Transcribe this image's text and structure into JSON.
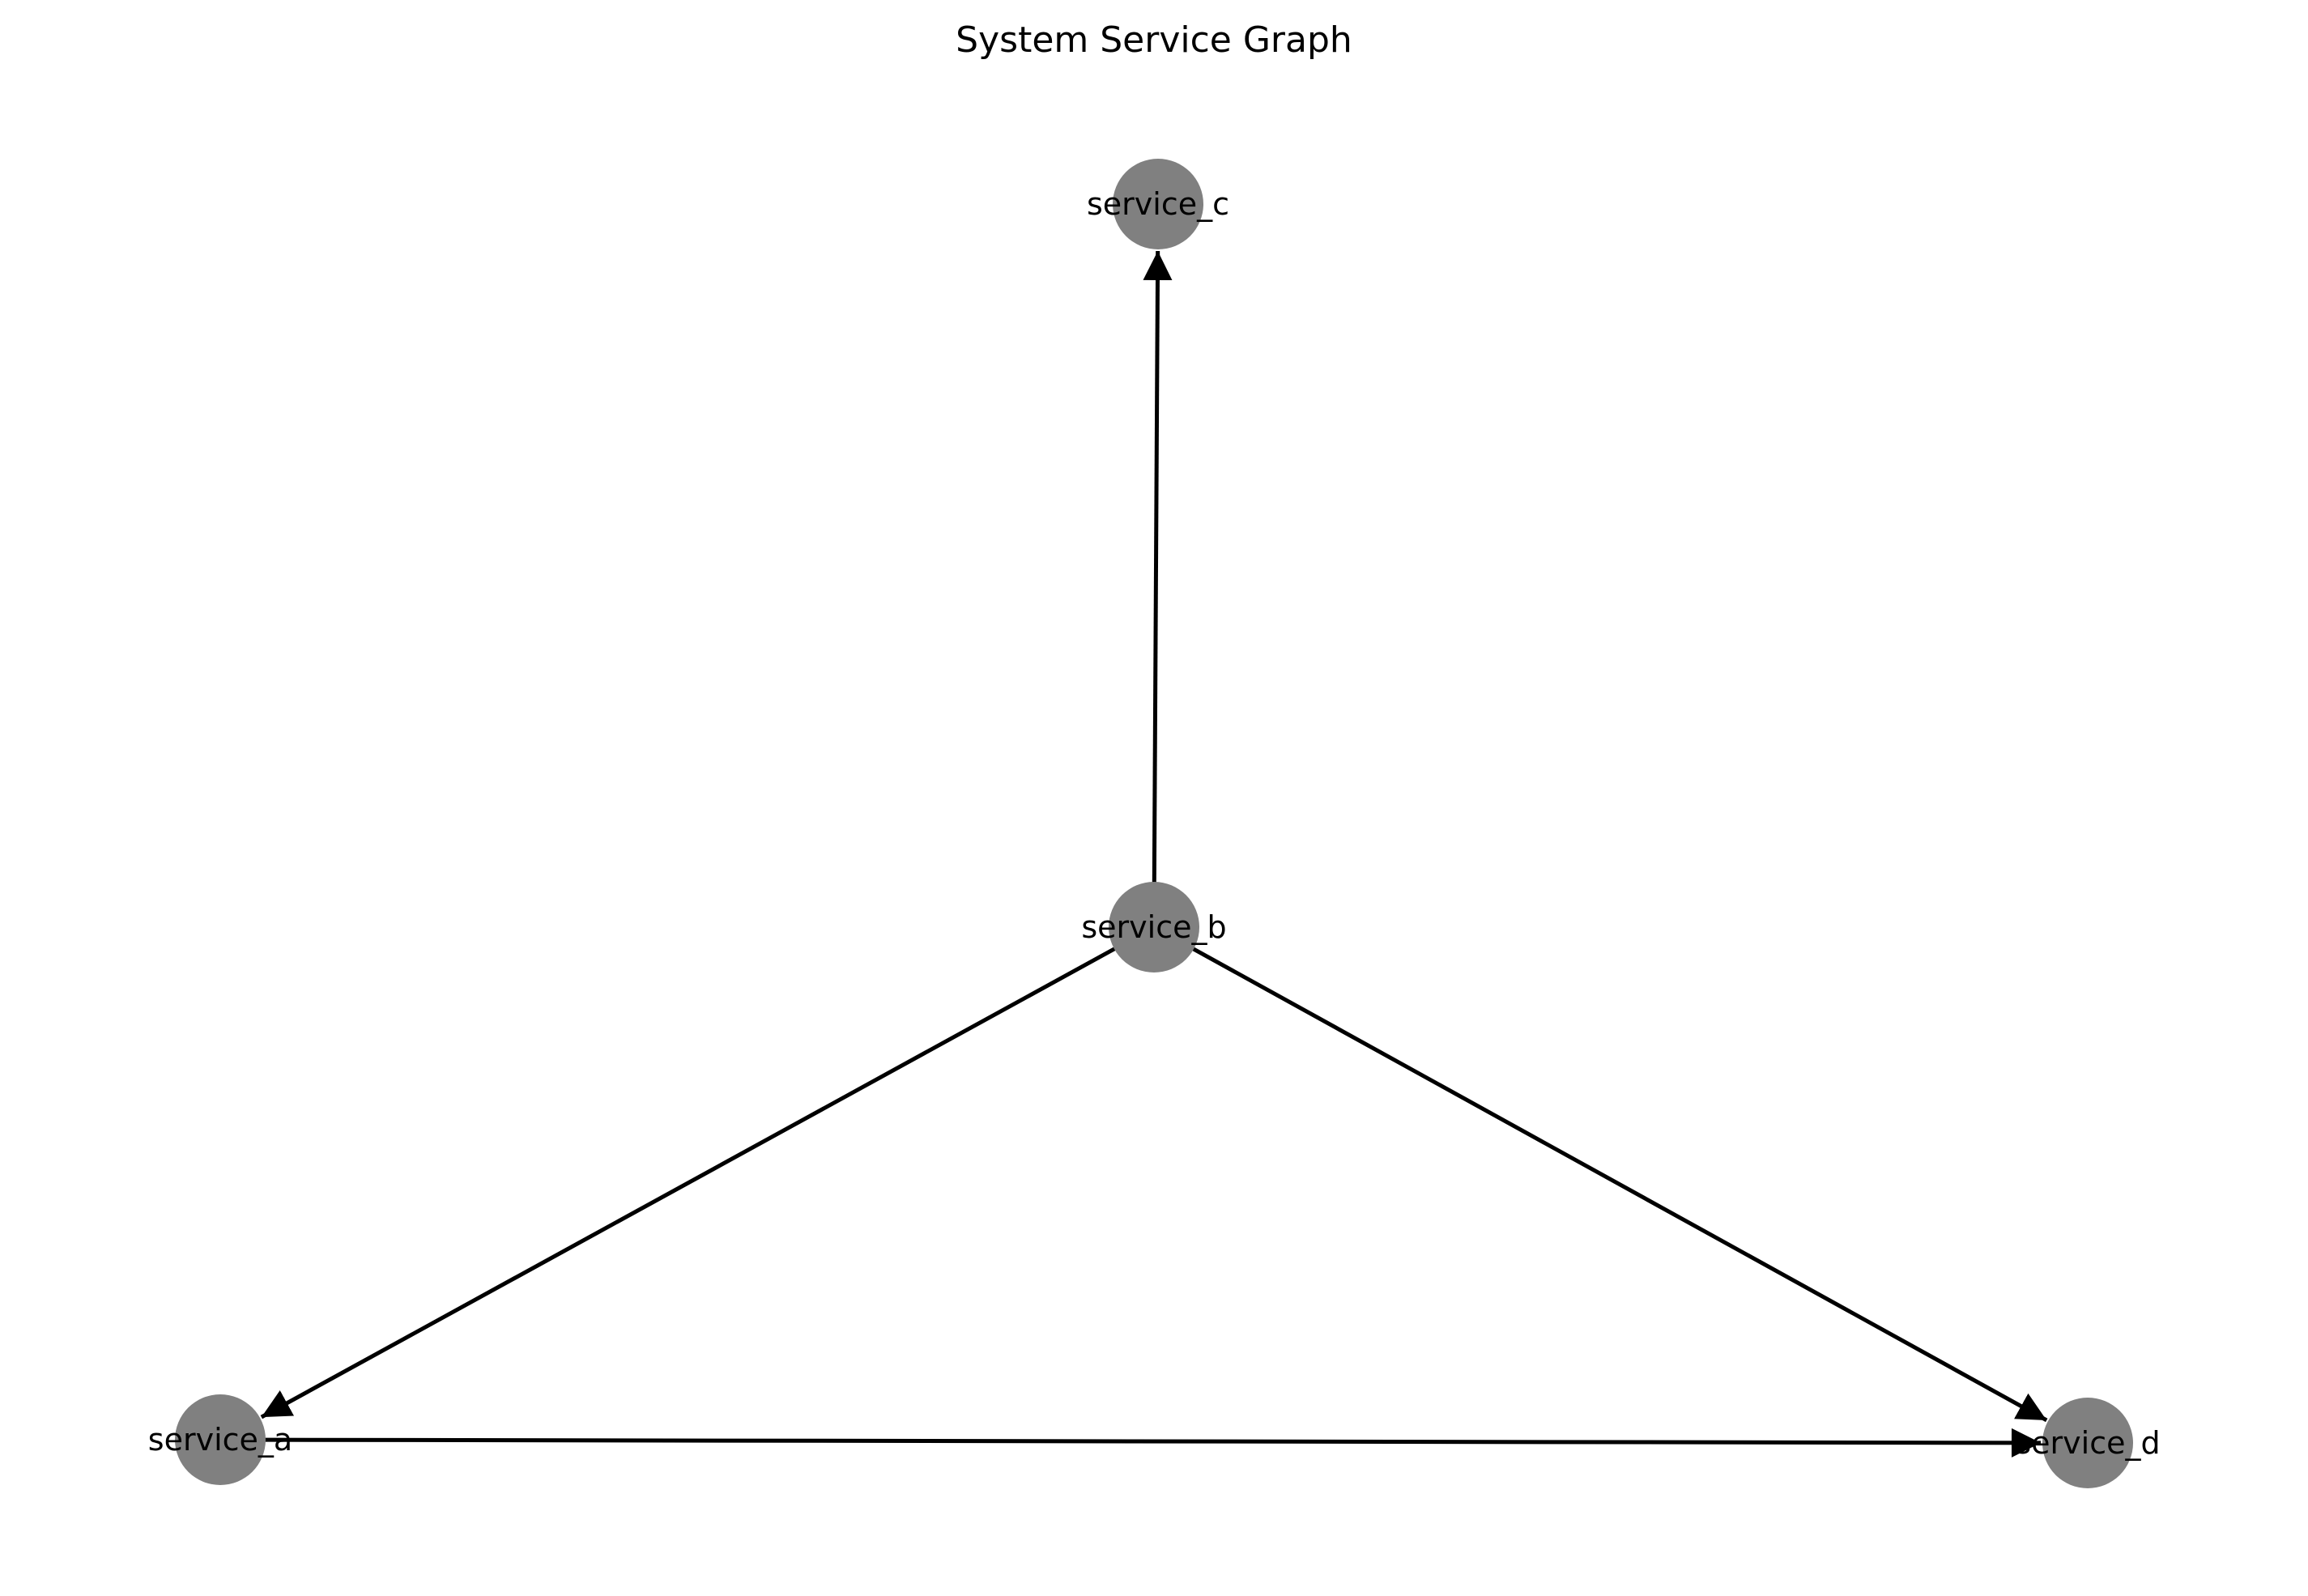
{
  "title": "System Service Graph",
  "colors": {
    "background": "#ffffff",
    "node_fill": "#808080",
    "edge": "#000000",
    "text": "#000000"
  },
  "graph": {
    "directed": true,
    "nodes": [
      {
        "id": "service_a",
        "label": "service_a"
      },
      {
        "id": "service_b",
        "label": "service_b"
      },
      {
        "id": "service_c",
        "label": "service_c"
      },
      {
        "id": "service_d",
        "label": "service_d"
      }
    ],
    "edges": [
      {
        "source": "service_b",
        "target": "service_c"
      },
      {
        "source": "service_b",
        "target": "service_a"
      },
      {
        "source": "service_b",
        "target": "service_d"
      },
      {
        "source": "service_a",
        "target": "service_d"
      }
    ]
  }
}
